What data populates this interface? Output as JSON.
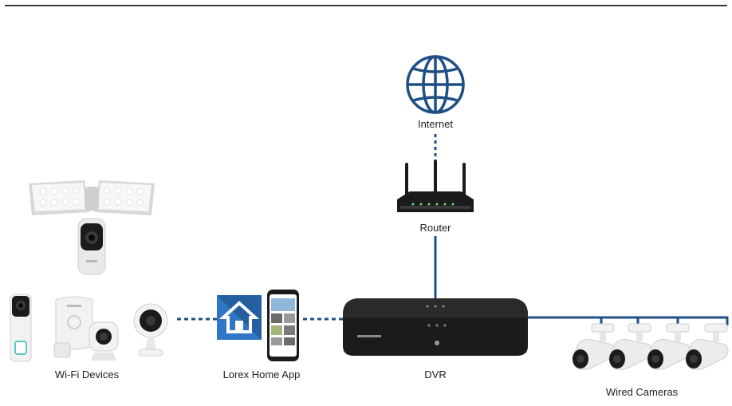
{
  "nodes": {
    "internet": "Internet",
    "router": "Router",
    "dvr": "DVR",
    "app": "Lorex Home App",
    "wifi": "Wi-Fi Devices",
    "wired": "Wired Cameras"
  },
  "colors": {
    "link": "#1f4f86",
    "globe": "#1f4f86",
    "device_dark": "#1b1b1b",
    "device_light": "#f2f2f2",
    "app_blue": "#2f77c6"
  }
}
